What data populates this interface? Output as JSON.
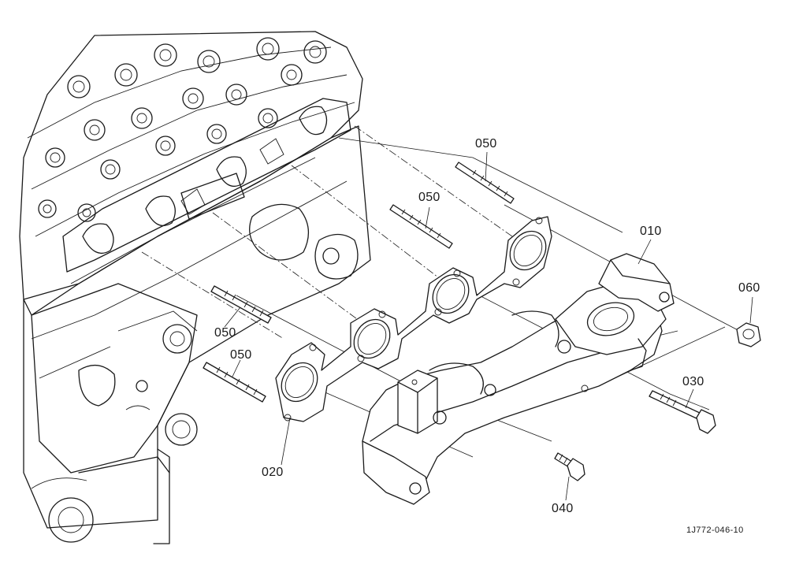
{
  "diagram": {
    "part_labels": {
      "p010": "010",
      "p020": "020",
      "p030": "030",
      "p040": "040",
      "p050a": "050",
      "p050b": "050",
      "p050c": "050",
      "p050d": "050",
      "p060": "060"
    },
    "reference_code": "1J772-046-10"
  }
}
